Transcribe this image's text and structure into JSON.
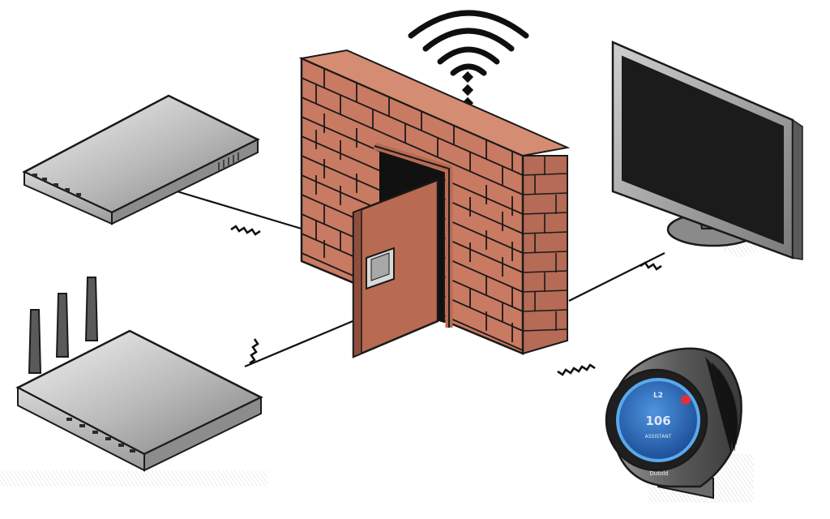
{
  "illustration": {
    "subject": "network firewall connecting home devices",
    "colors": {
      "brick": "#c97a62",
      "brick_shadow": "#a9604a",
      "mortar": "#1a1a1a",
      "door": "#b86a52",
      "device_light": "#e4e4e4",
      "device_dark": "#8a8a8a",
      "screen": "#1b1b1b",
      "thermostat_face": "#2f74c8",
      "thermostat_ring": "#5aa9ee",
      "alert_red": "#e0303a"
    }
  },
  "thermostat": {
    "reading": "106",
    "top_label": "L2",
    "sub_label": "ASSISTANT",
    "brand": "Dutold"
  },
  "icons": {
    "wifi": "wifi-signal-icon",
    "lock": "lock-icon"
  }
}
